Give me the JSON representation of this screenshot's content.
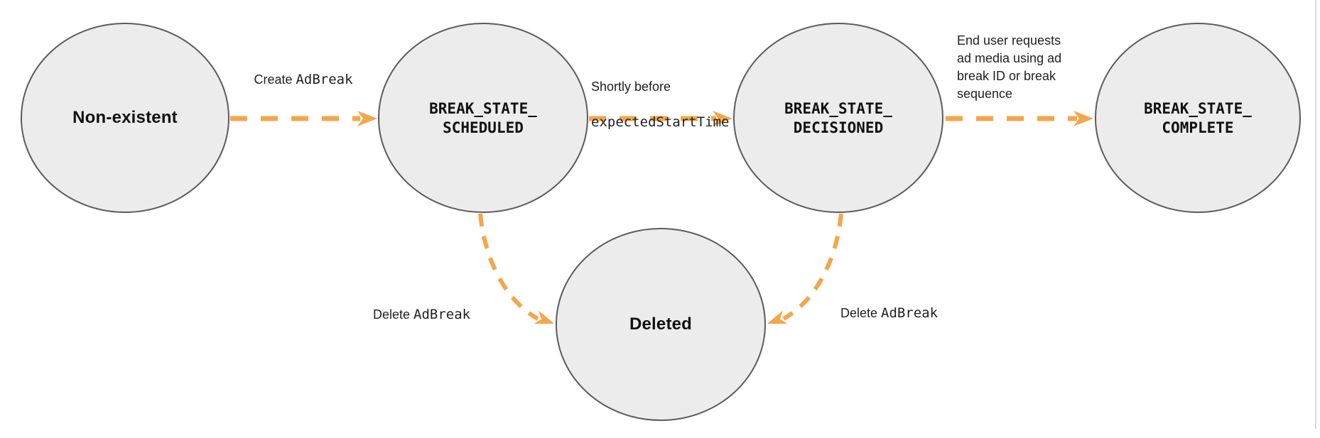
{
  "diagram": {
    "colors": {
      "arrow": "#F5A54A",
      "circle_fill": "#ECECEC",
      "circle_stroke": "#595C5E",
      "text": "#202124"
    },
    "states": [
      {
        "id": "non-existent",
        "label": "Non-existent"
      },
      {
        "id": "break-state-scheduled",
        "label": "BREAK_STATE_\nSCHEDULED"
      },
      {
        "id": "break-state-decisioned",
        "label": "BREAK_STATE_\nDECISIONED"
      },
      {
        "id": "break-state-complete",
        "label": "BREAK_STATE_\nCOMPLETE"
      },
      {
        "id": "deleted",
        "label": "Deleted"
      }
    ],
    "transitions": [
      {
        "from": "non-existent",
        "to": "break-state-scheduled",
        "label_prefix": "Create ",
        "label_code": "AdBreak"
      },
      {
        "from": "break-state-scheduled",
        "to": "break-state-decisioned",
        "label_line1": "Shortly before",
        "label_line2": "expectedStartTime"
      },
      {
        "from": "break-state-decisioned",
        "to": "break-state-complete",
        "label": "End user requests\nad media using ad\nbreak ID or break\nsequence"
      },
      {
        "from": "break-state-scheduled",
        "to": "deleted",
        "label_prefix": "Delete ",
        "label_code": "AdBreak"
      },
      {
        "from": "break-state-decisioned",
        "to": "deleted",
        "label_prefix": "Delete ",
        "label_code": "AdBreak"
      }
    ]
  }
}
